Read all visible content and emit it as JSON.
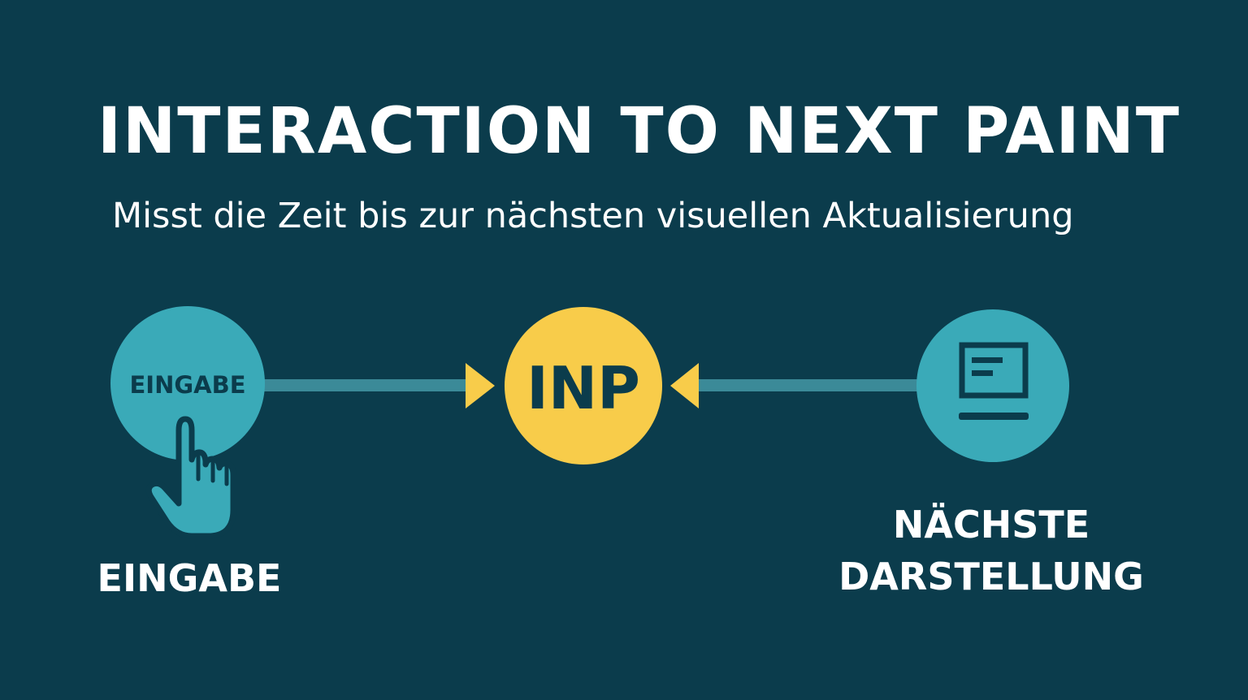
{
  "title": "INTERACTION TO NEXT PAINT",
  "subtitle": "Misst die Zeit bis zur nächsten visuellen Aktualisierung",
  "nodes": {
    "input": {
      "circle_label": "EINGABE",
      "caption": "EINGABE",
      "icon": "pointing-hand-icon"
    },
    "center": {
      "label": "INP"
    },
    "paint": {
      "caption_line1": "NÄCHSTE",
      "caption_line2": "DARSTELLUNG",
      "icon": "monitor-icon"
    }
  },
  "colors": {
    "background": "#0b3c4c",
    "teal": "#3aaab8",
    "connector": "#3b8a98",
    "yellow": "#f8cc4a",
    "dark_text": "#0b3c4c",
    "white": "#ffffff"
  }
}
